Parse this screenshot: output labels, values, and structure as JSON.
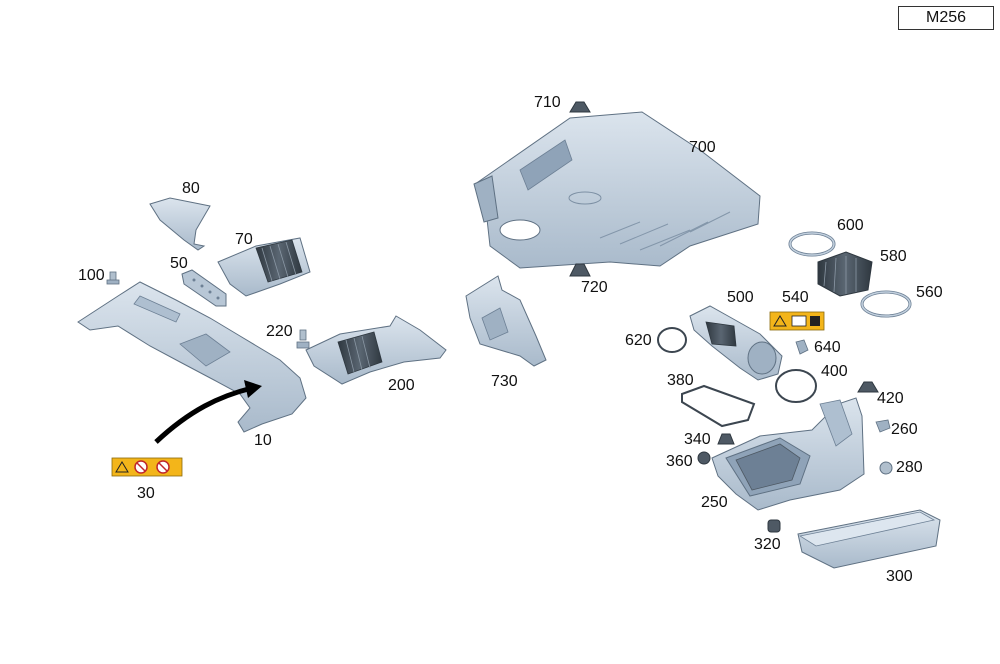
{
  "model_code": "M256",
  "callouts": [
    "10",
    "30",
    "50",
    "70",
    "80",
    "100",
    "200",
    "220",
    "250",
    "260",
    "280",
    "300",
    "320",
    "340",
    "360",
    "380",
    "400",
    "420",
    "500",
    "540",
    "560",
    "580",
    "600",
    "620",
    "640",
    "700",
    "710",
    "720",
    "730"
  ],
  "colors": {
    "part_fill": "#c2d0de",
    "part_dark": "#8fa3b8",
    "part_light": "#dde6ef",
    "outline": "#5f7183",
    "bellows": "#3c4650",
    "label_yellow": "#f3b51a",
    "arrow": "#000000"
  }
}
